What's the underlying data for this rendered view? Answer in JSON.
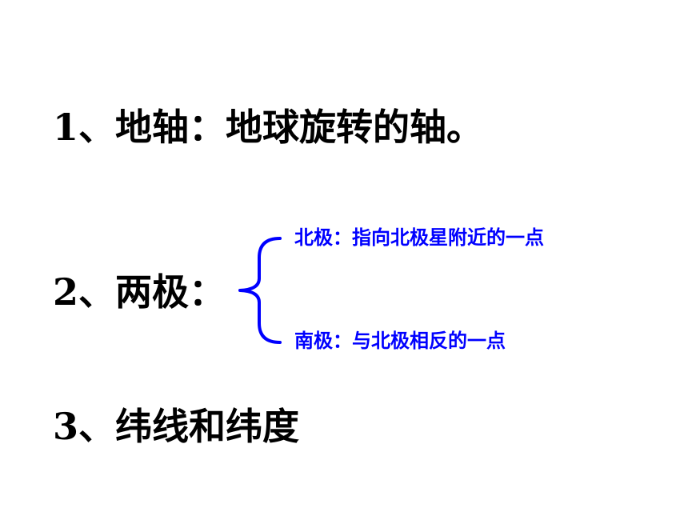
{
  "slide": {
    "points": [
      {
        "text": "1、地轴：地球旋转的轴。"
      },
      {
        "text": "2、两极："
      },
      {
        "text": "3、纬线和纬度"
      }
    ],
    "poles": {
      "north": "北极：指向北极星附近的一点",
      "south": "南极：与北极相反的一点"
    },
    "colors": {
      "main_text": "#000000",
      "accent": "#0000ff"
    }
  }
}
